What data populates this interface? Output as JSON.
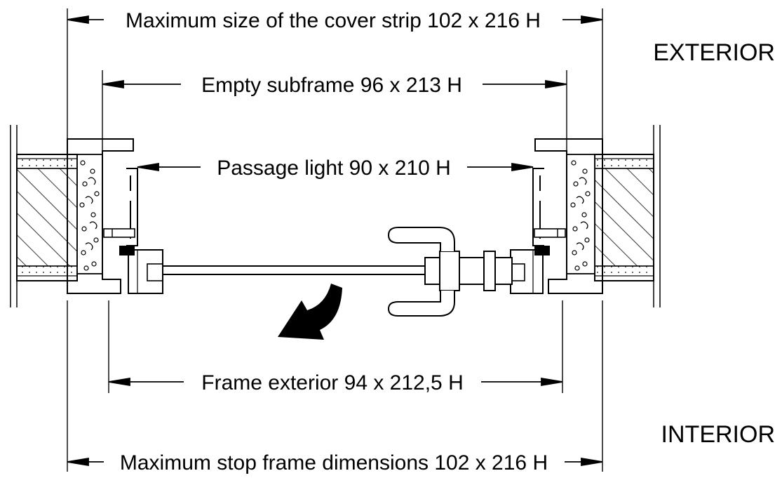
{
  "labels": {
    "cover_strip": "Maximum size of the cover strip 102 x 216 H",
    "empty_subframe": "Empty subframe 96 x 213 H",
    "passage_light": "Passage light 90 x 210 H",
    "frame_exterior": "Frame exterior 94 x 212,5 H",
    "stop_frame": "Maximum stop frame dimensions 102 x 216 H",
    "exterior": "EXTERIOR",
    "interior": "INTERIOR"
  }
}
